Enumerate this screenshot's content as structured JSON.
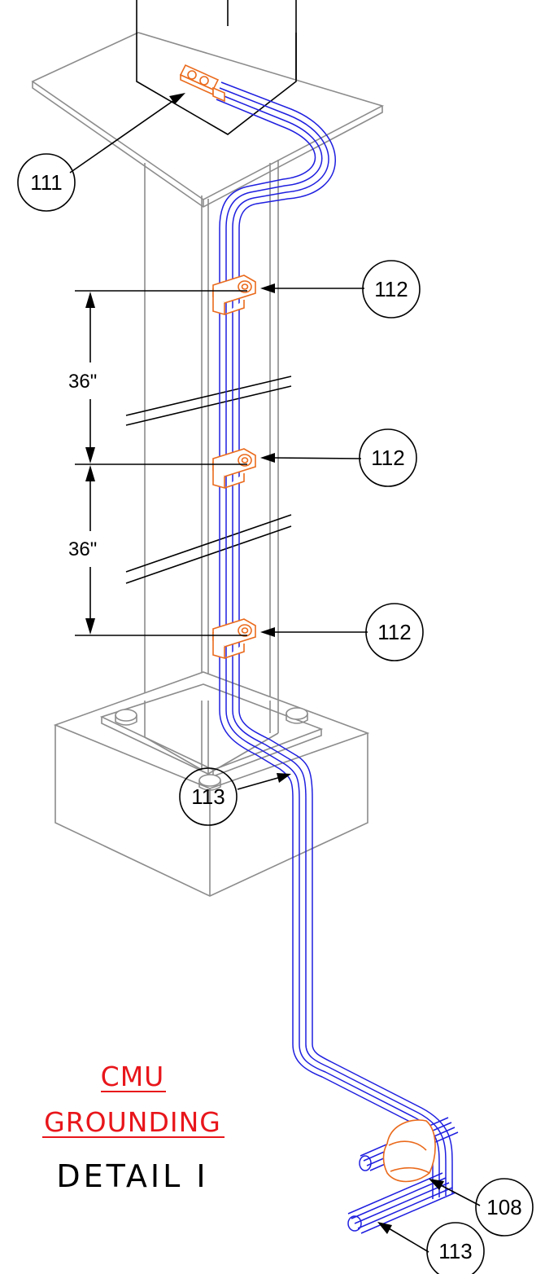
{
  "callouts": [
    {
      "id": "c111",
      "label": "111"
    },
    {
      "id": "c112a",
      "label": "112"
    },
    {
      "id": "c112b",
      "label": "112"
    },
    {
      "id": "c112c",
      "label": "112"
    },
    {
      "id": "c113a",
      "label": "113"
    },
    {
      "id": "c108",
      "label": "108"
    },
    {
      "id": "c113b",
      "label": "113"
    }
  ],
  "dimensions": [
    {
      "id": "dim-upper",
      "label": "36\""
    },
    {
      "id": "dim-lower",
      "label": "36\""
    }
  ],
  "title": {
    "line1": "CMU",
    "line2": "GROUNDING",
    "line3": "DETAIL I"
  },
  "colors": {
    "conductor": "#1f1fe0",
    "clamp": "#ea6a1c",
    "structure": "#8c8c8c",
    "title_red": "#e8161b"
  }
}
